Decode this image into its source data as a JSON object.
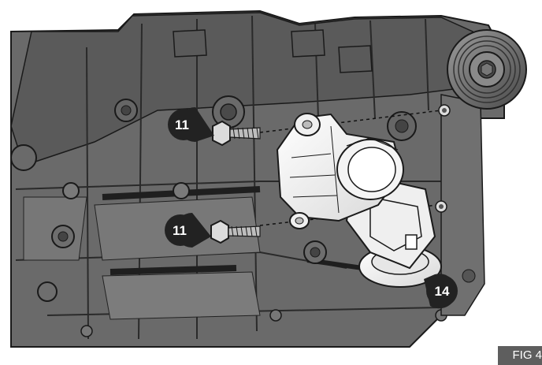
{
  "callouts": [
    {
      "label": "11"
    },
    {
      "label": "11"
    },
    {
      "label": "14"
    }
  ],
  "figure_label": "FIG 4",
  "colors": {
    "engine_dark": "#5b5b5b",
    "engine_mid": "#6e6e6e",
    "engine_light": "#8a8a8a",
    "outline": "#1a1a1a",
    "tensioner": "#f2f2f2",
    "callout": "#222222",
    "tag": "#5e5e5e"
  }
}
